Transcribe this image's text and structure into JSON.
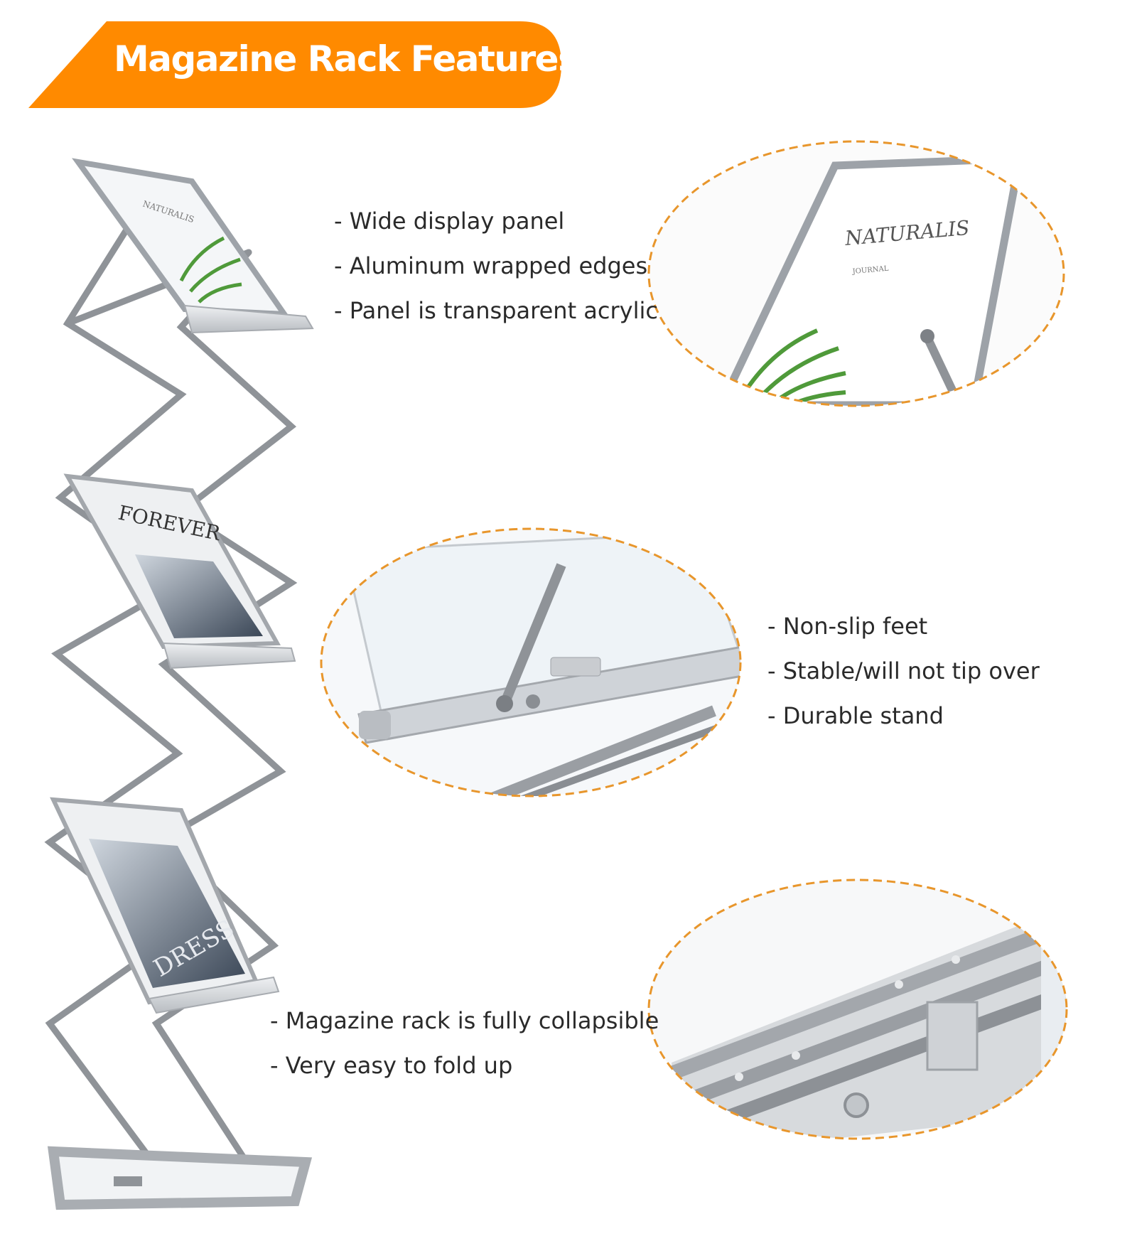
{
  "banner": {
    "title": "Magazine Rack Features",
    "color": "#FF8A00"
  },
  "callout_border_color": "#E8962C",
  "features": {
    "display_panel": [
      "- Wide display panel",
      "- Aluminum wrapped edges",
      "- Panel is transparent acrylic"
    ],
    "feet": [
      "- Non-slip feet",
      "- Stable/will not tip over",
      "- Durable stand"
    ],
    "folding": [
      "- Magazine rack is fully collapsible",
      "- Very easy to fold up"
    ]
  },
  "magazines": {
    "top": {
      "title": "NATURALIS",
      "subtitle": "JOURNAL"
    },
    "middle": {
      "title": "FOREVER"
    },
    "bottom": {
      "title": "DRESS"
    }
  }
}
